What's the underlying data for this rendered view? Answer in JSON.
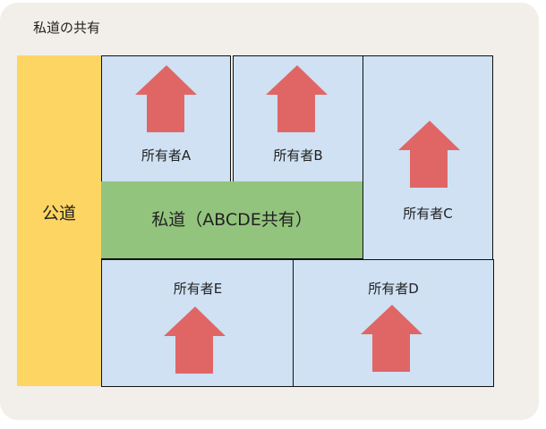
{
  "title": "私道の共有",
  "public_road": {
    "label": "公道",
    "color": "#fdd562"
  },
  "private_road": {
    "label": "私道（ABCDE共有）",
    "color": "#93c47d"
  },
  "lot_color": "#cfe1f3",
  "arrow_color": "#e06666",
  "lots": [
    {
      "id": "A",
      "label": "所有者A"
    },
    {
      "id": "B",
      "label": "所有者B"
    },
    {
      "id": "C",
      "label": "所有者C"
    },
    {
      "id": "D",
      "label": "所有者D"
    },
    {
      "id": "E",
      "label": "所有者E"
    }
  ]
}
